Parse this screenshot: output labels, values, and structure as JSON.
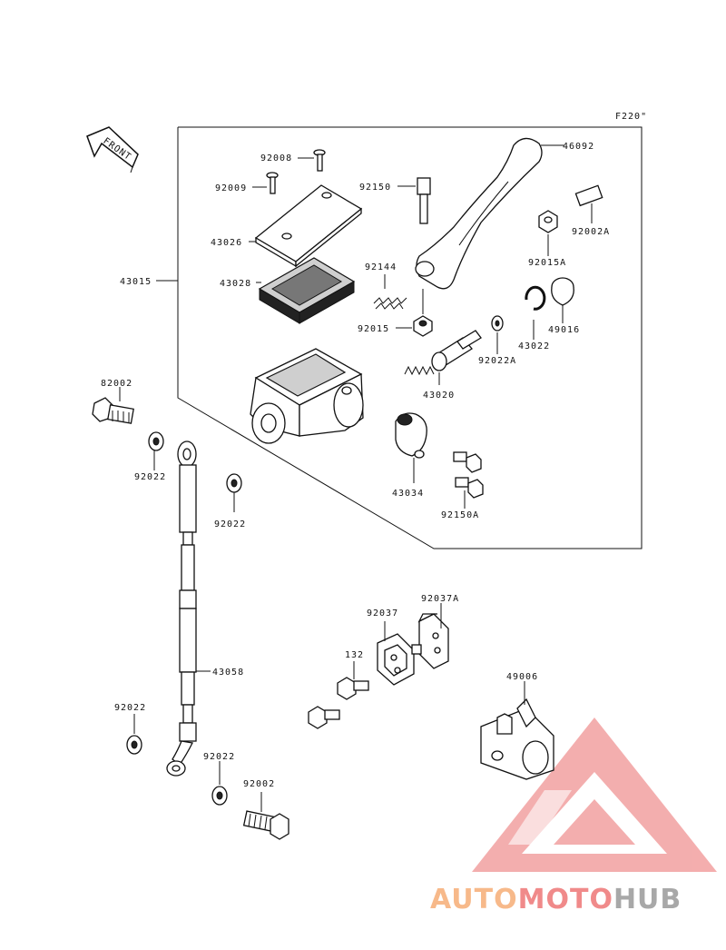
{
  "figure_code": "F220\"",
  "front_label": "FRONT",
  "parts": {
    "p46092": "46092",
    "p92008": "92008",
    "p92009": "92009",
    "p92150": "92150",
    "p92002A": "92002A",
    "p43026": "43026",
    "p92015A": "92015A",
    "p43015": "43015",
    "p43028": "43028",
    "p92144": "92144",
    "p49016": "49016",
    "p92015": "92015",
    "p43022": "43022",
    "p92022A": "92022A",
    "p43020": "43020",
    "p82002": "82002",
    "p92022_a": "92022",
    "p43034": "43034",
    "p92022_b": "92022",
    "p92150A": "92150A",
    "p92037A": "92037A",
    "p92037": "92037",
    "p132": "132",
    "p43058": "43058",
    "p49006": "49006",
    "p92022_c": "92022",
    "p92022_d": "92022",
    "p92002": "92002"
  },
  "watermark": {
    "part1": "AUTO",
    "part2": "MOTO",
    "part3": "HUB",
    "color1": "#f7b98a",
    "color2": "#f08a8a",
    "color3": "#a8a8a8"
  }
}
